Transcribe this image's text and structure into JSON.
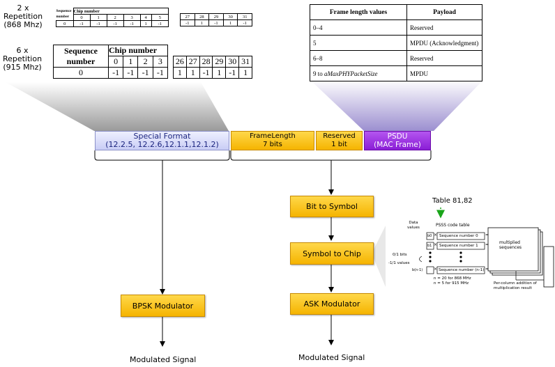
{
  "repetition": {
    "r868": {
      "count": "2 x",
      "word": "Repetition",
      "freq": "(868 Mhz)"
    },
    "r915": {
      "count": "6 x",
      "word": "Repetition",
      "freq": "(915 Mhz)"
    }
  },
  "chip_small": {
    "seq_label1": "Sequence",
    "seq_label2": "number",
    "chip_label": "Chip number",
    "left_headers": [
      "0",
      "1",
      "2",
      "3",
      "4",
      "5"
    ],
    "right_headers": [
      "27",
      "28",
      "29",
      "30",
      "31"
    ],
    "seq_value": "0",
    "left_values": [
      "-1",
      "-1",
      "-1",
      "-1",
      "1",
      "-1"
    ],
    "right_values": [
      "-1",
      "1",
      "-1",
      "1",
      "-1"
    ]
  },
  "chip_big": {
    "seq_label1": "Sequence",
    "seq_label2": "number",
    "chip_label": "Chip number",
    "left_headers": [
      "0",
      "1",
      "2",
      "3"
    ],
    "right_headers": [
      "26",
      "27",
      "28",
      "29",
      "30",
      "31"
    ],
    "seq_value": "0",
    "left_values": [
      "-1",
      "-1",
      "-1",
      "-1"
    ],
    "right_values": [
      "1",
      "1",
      "-1",
      "1",
      "-1",
      "1"
    ]
  },
  "frame_table": {
    "headers": [
      "Frame length values",
      "Payload"
    ],
    "rows": [
      [
        "0–4",
        "Reserved"
      ],
      [
        "5",
        "MPDU (Acknowledgment)"
      ],
      [
        "6–8",
        "Reserved"
      ],
      [
        "9 to ",
        "aMaxPHYPacketSize",
        "MPDU"
      ]
    ]
  },
  "frame": {
    "special": {
      "line1": "Special Format",
      "line2": "(12.2.5, 12.2.6,12.1.1,12.1.2)"
    },
    "framelength": {
      "line1": "FrameLength",
      "line2": "7 bits"
    },
    "reserved": {
      "line1": "Reserved",
      "line2": "1 bit"
    },
    "psdu": {
      "line1": "PSDU",
      "line2": "(MAC Frame)"
    }
  },
  "blocks": {
    "bpsk": "BPSK Modulator",
    "bit_to_symbol": "Bit to Symbol",
    "symbol_to_chip": "Symbol to Chip",
    "ask": "ASK Modulator"
  },
  "outputs": {
    "left": "Modulated Signal",
    "right": "Modulated Signal"
  },
  "pssss": {
    "table_ref": "Table 81,82",
    "data_values1": "Data",
    "data_values2": "values",
    "code_table": "PSSS code table",
    "b0": "b0",
    "b1": "b1",
    "bn": "b(n-1)",
    "seq0": "Sequence number 0",
    "seq1": "Sequence number 1",
    "seqn": "Sequence number (n-1)",
    "bits": "0/1 bits",
    "values": "-1/1 values",
    "multiplied1": "multiplied",
    "multiplied2": "sequences",
    "n868": "n = 20 for 868 MHz",
    "n915": "n = 5 for 915 MHz",
    "percol1": "Per-column addition of",
    "percol2": "multiplication result",
    "times": "×",
    "eq": "="
  },
  "colors": {
    "yellow": "#f5b400",
    "purple": "#8a1ed6",
    "lavender": "#c9cdf5",
    "green_arrow": "#1aa51a"
  }
}
